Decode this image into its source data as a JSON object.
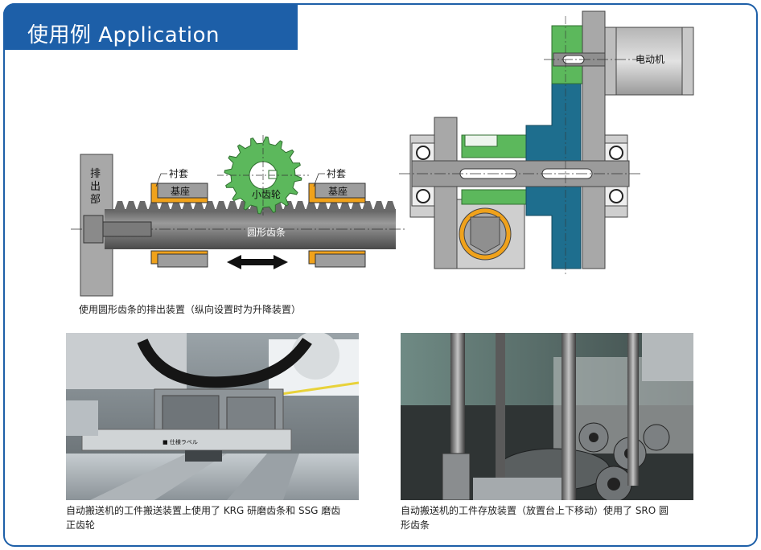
{
  "header": {
    "title": "使用例  Application"
  },
  "diagram_left": {
    "labels": {
      "discharge_v1": "排",
      "discharge_v2": "出",
      "discharge_v3": "部",
      "bushing_left": "衬套",
      "base_left": "基座",
      "bushing_right": "衬套",
      "base_right": "基座",
      "pinion": "小齿轮",
      "rack": "圆形齿条"
    },
    "caption": "使用圆形齿条的排出装置（纵向设置时为升降装置）"
  },
  "diagram_right": {
    "labels": {
      "motor": "电动机"
    }
  },
  "photo_left": {
    "plate_text": "■ 仕様ラベル",
    "caption_line1": "自动搬送机的工件搬送装置上使用了 KRG 研磨齿条和 SSG 磨齿",
    "caption_line2": "正齿轮"
  },
  "photo_right": {
    "caption_line1": "自动搬送机的工件存放装置（放置台上下移动）使用了 SRO 圆",
    "caption_line2": "形齿条"
  },
  "colors": {
    "brand_blue": "#1d5fa8",
    "gear_green": "#5cb85c",
    "bushing_orange": "#f0a21b",
    "teal": "#1e6e8e",
    "steel_gray": "#8a8a8a"
  }
}
